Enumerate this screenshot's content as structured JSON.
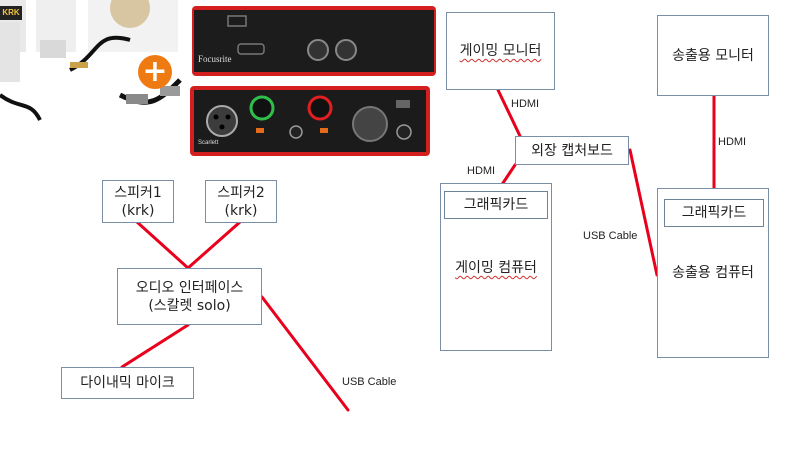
{
  "left_diagram": {
    "speaker1": {
      "line1": "스피커1",
      "line2": "(krk)"
    },
    "speaker2": {
      "line1": "스피커2",
      "line2": "(krk)"
    },
    "audio_interface": {
      "line1": "오디오 인터페이스",
      "line2": "(스칼렛 solo)"
    },
    "mic": "다이내믹 마이크",
    "usb_label": "USB Cable"
  },
  "right_diagram": {
    "gaming_monitor": "게이밍 모니터",
    "stream_monitor": "송출용 모니터",
    "capture_board": "외장 캡처보드",
    "gaming_pc_gpu": "그래픽카드",
    "gaming_pc": "게이밍 컴퓨터",
    "stream_pc_gpu": "그래픽카드",
    "stream_pc": "송출용 컴퓨터",
    "hdmi_1": "HDMI",
    "hdmi_2": "HDMI",
    "hdmi_3": "HDMI",
    "usb_label": "USB Cable"
  },
  "photo": {
    "badge": "KRK",
    "brand_top": "Focusrite",
    "brand_bottom": "Scarlett",
    "plus": "+"
  },
  "colors": {
    "wire": "#e8001c",
    "box_border": "#7a8fa6",
    "device_red": "#c8102e"
  }
}
